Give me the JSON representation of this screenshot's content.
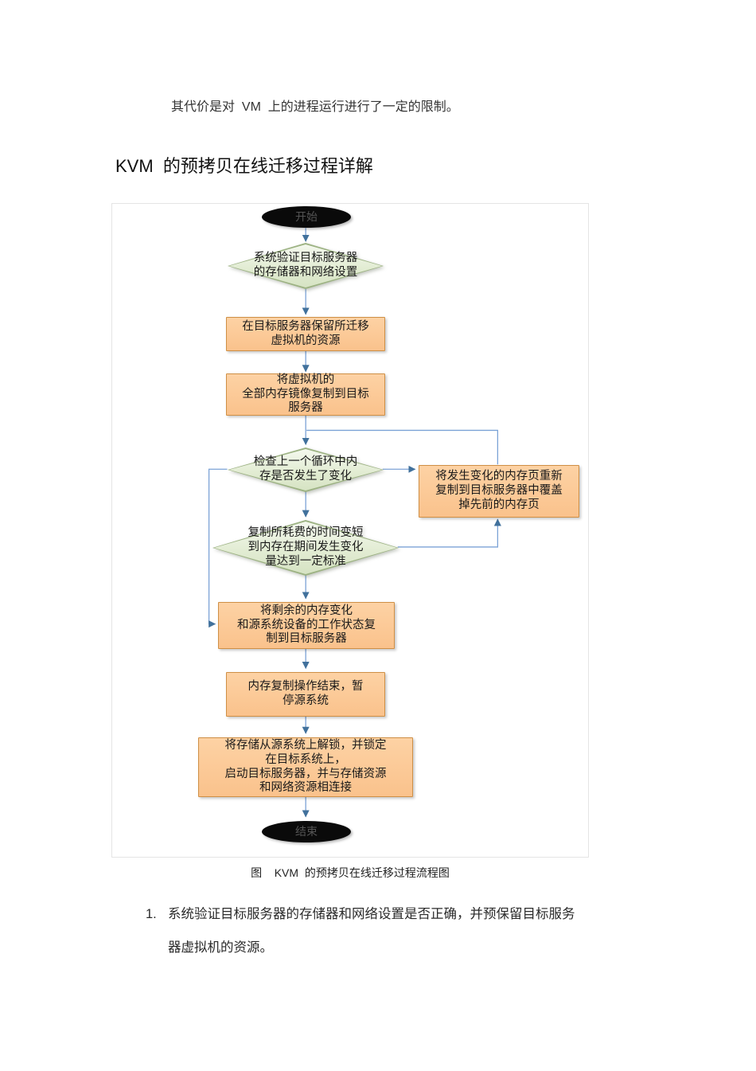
{
  "document": {
    "intro": "其代价是对  VM  上的进程运行进行了一定的限制。",
    "heading": "KVM  的预拷贝在线迁移过程详解",
    "caption": "图    KVM  的预拷贝在线迁移过程流程图",
    "list": [
      {
        "number": "1.",
        "text": "系统验证目标服务器的存储器和网络设置是否正确，并预保留目标服务\n器虚拟机的资源。"
      }
    ]
  },
  "flowchart": {
    "nodes": {
      "start": "开始",
      "verify": "系统验证目标服务器\n的存储器和网络设置",
      "reserve": "在目标服务器保留所迁移\n虚拟机的资源",
      "copy_all": "将虚拟机的\n全部内存镜像复制到目标\n服务器",
      "check_changed": "检查上一个循环中内\n存是否发生了变化",
      "recopy": "将发生变化的内存页重新\n复制到目标服务器中覆盖\n掉先前的内存页",
      "threshold": "复制所耗费的时间变短\n到内存在期间发生变化\n量达到一定标准",
      "copy_rest": "将剩余的内存变化\n和源系统设备的工作状态复\n制到目标服务器",
      "pause": "内存复制操作结束，暂\n停源系统",
      "switch": "将存储从源系统上解锁，并锁定\n在目标系统上，\n启动目标服务器，并与存储资源\n和网络资源相连接",
      "end": "结束"
    },
    "colors": {
      "process_fill": "#fac28c",
      "process_border": "#cf8f45",
      "decision_fill": "#e6eed8",
      "decision_border": "#9cb282",
      "terminal_fill": "#0a0a0a",
      "connector": "#7ba2d6",
      "arrowhead": "#41719c"
    }
  }
}
